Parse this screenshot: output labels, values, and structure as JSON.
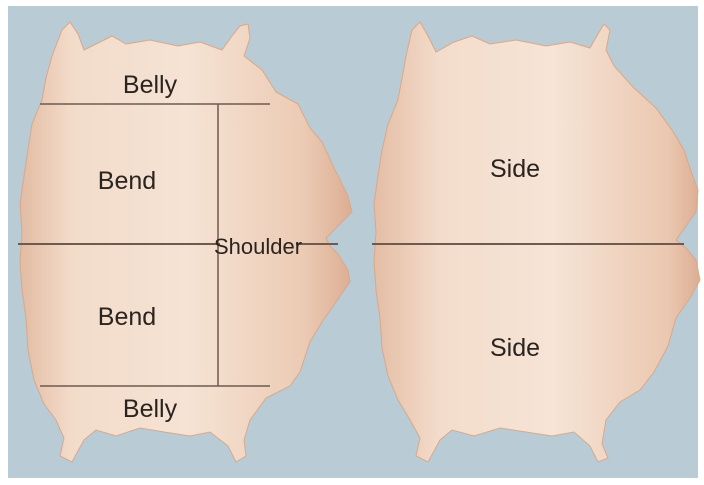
{
  "figure": {
    "left_hide": {
      "regions": {
        "belly_top": "Belly",
        "bend_top": "Bend",
        "shoulder": "Shoulder",
        "bend_bottom": "Bend",
        "belly_bottom": "Belly"
      }
    },
    "right_hide": {
      "regions": {
        "side_top": "Side",
        "side_bottom": "Side"
      }
    },
    "colors": {
      "background": "#b9cbd5",
      "hide_light": "#f3dccb",
      "hide_mid": "#e7c3ab",
      "hide_edge": "#d9ac90",
      "cut_line": "#6e5a4e",
      "label_text": "#2a2420"
    }
  }
}
